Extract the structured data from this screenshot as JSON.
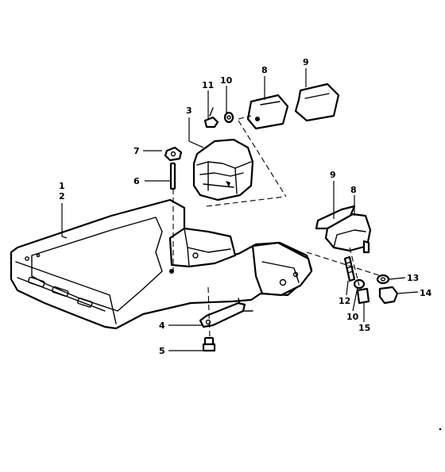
{
  "callouts": {
    "c1": "1",
    "c2": "2",
    "c3": "3",
    "c4": "4",
    "c5": "5",
    "c6": "6",
    "c7": "7",
    "c8a": "8",
    "c8b": "8",
    "c9a": "9",
    "c9b": "9",
    "c10a": "10",
    "c10b": "10",
    "c11": "11",
    "c12": "12",
    "c13": "13",
    "c14": "14",
    "c15": "15"
  }
}
